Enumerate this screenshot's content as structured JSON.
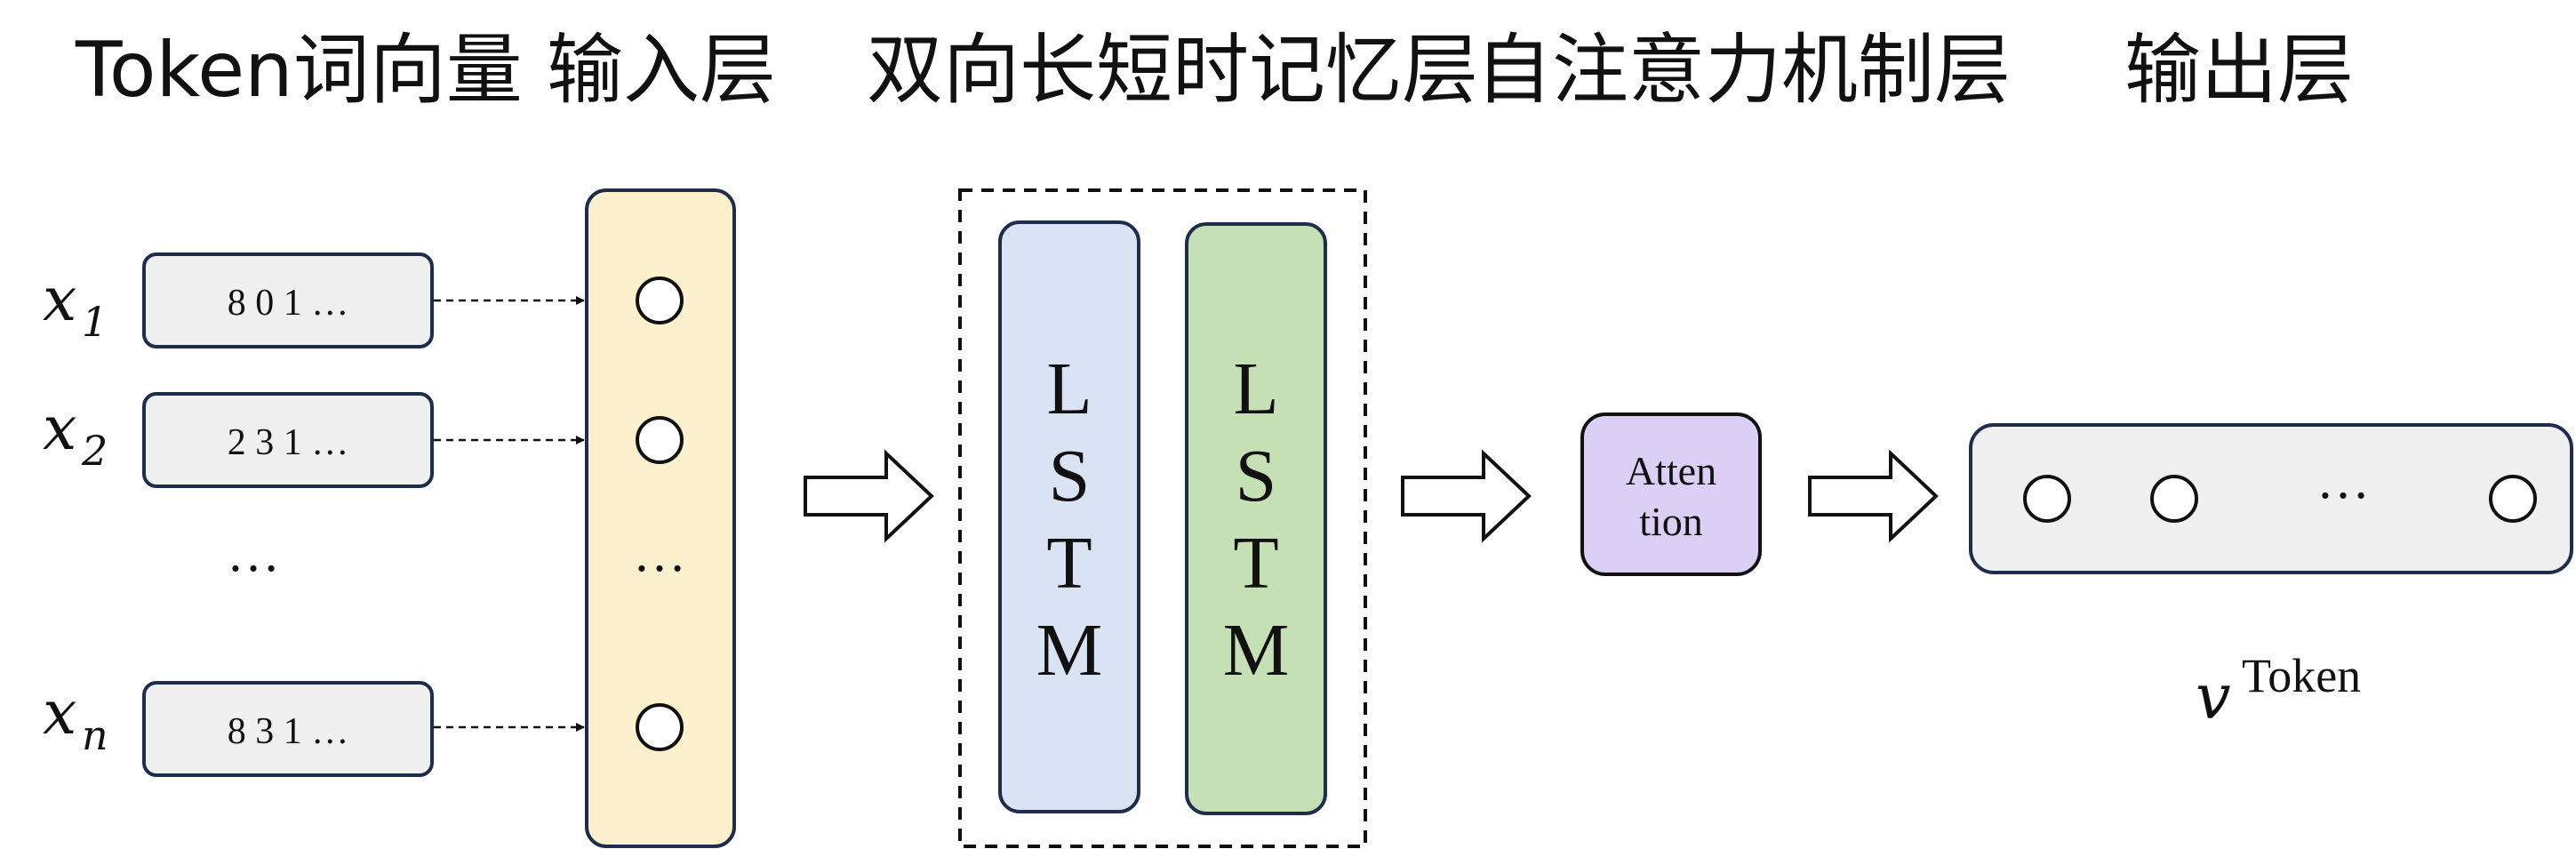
{
  "headers": {
    "token_vectors": "Token词向量",
    "input_layer": "输入层",
    "bilstm_layer": "双向长短时记忆层",
    "attention_layer": "自注意力机制层",
    "output_layer": "输出层"
  },
  "inputs": [
    {
      "var": "x",
      "sub": "1",
      "values": "8 0 1 …"
    },
    {
      "var": "x",
      "sub": "2",
      "values": "2 3 1 …"
    },
    {
      "var": "x",
      "sub": "n",
      "values": "8 3 1 …"
    }
  ],
  "ellipsis": "…",
  "lstm": {
    "letters": [
      "L",
      "S",
      "T",
      "M"
    ]
  },
  "attention": {
    "line1": "Atten",
    "line2": "tion"
  },
  "output": {
    "symbol": "v",
    "superscript": "Token",
    "ellipsis": "…"
  },
  "colors": {
    "input_layer_fill": "#fdf0cc",
    "lstm_forward_fill": "#dae3f3",
    "lstm_backward_fill": "#c5e0b4",
    "attention_fill": "#dccff5",
    "token_box_fill": "#f0f0f0",
    "output_fill": "#f0f0f0",
    "stroke": "#1f2d4d"
  }
}
